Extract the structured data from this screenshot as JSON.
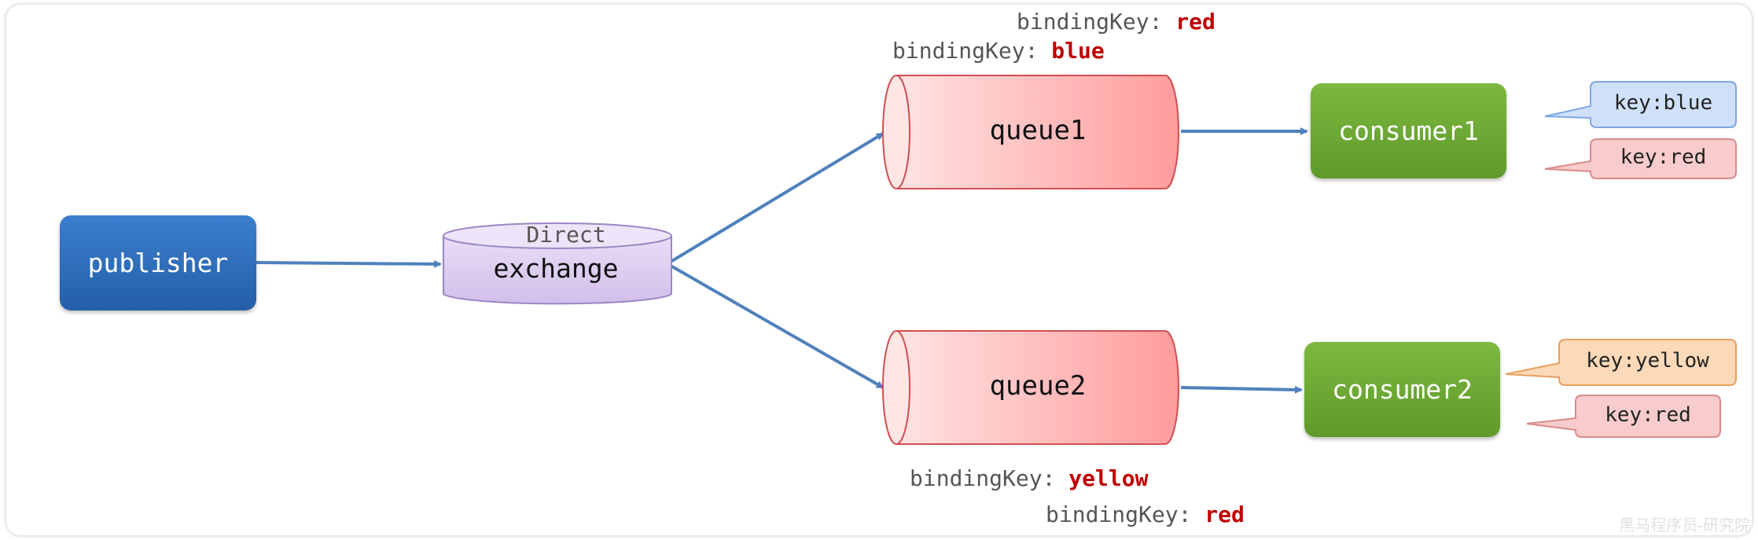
{
  "colors": {
    "arrow": "#4f81bd",
    "publisher": "#2f6db8",
    "exchange": "#d9c9ee",
    "queue": "#ff9e9e",
    "consumer": "#6faa33",
    "highlight": "#c00000"
  },
  "nodes": {
    "publisher": "publisher",
    "exchange_type": "Direct",
    "exchange": "exchange",
    "queue1": "queue1",
    "queue2": "queue2",
    "consumer1": "consumer1",
    "consumer2": "consumer2"
  },
  "bindings": {
    "queue1": [
      {
        "prefix": "bindingKey: ",
        "value": "red"
      },
      {
        "prefix": "bindingKey: ",
        "value": "blue"
      }
    ],
    "queue2": [
      {
        "prefix": "bindingKey: ",
        "value": "yellow"
      },
      {
        "prefix": "bindingKey: ",
        "value": "red"
      }
    ]
  },
  "callouts": {
    "consumer1": [
      "key:blue",
      "key:red"
    ],
    "consumer2": [
      "key:yellow",
      "key:red"
    ]
  },
  "watermark": "黑马程序员-研究院"
}
